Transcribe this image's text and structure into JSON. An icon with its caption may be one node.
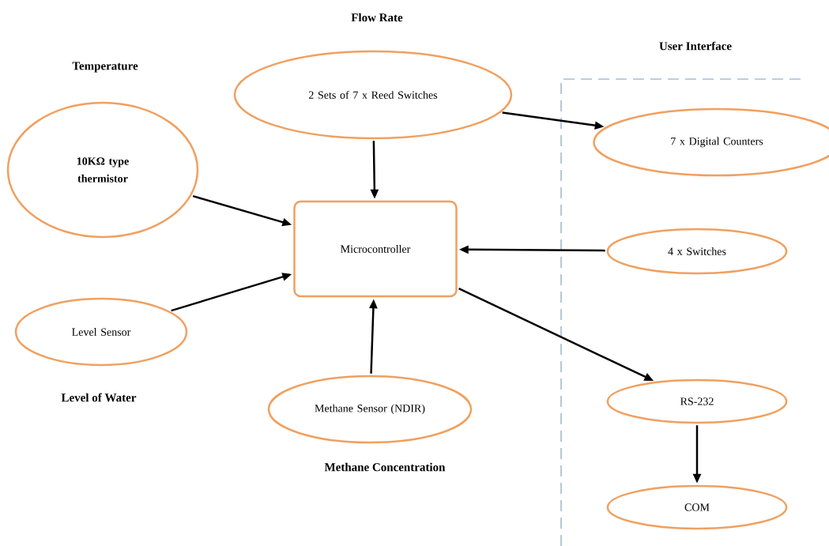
{
  "diagram": {
    "nodes": [
      {
        "text": [
          "Temperature",
          "10KΩ type thermistor"
        ]
      },
      {
        "text": [
          "Flow Rate",
          "2 Sets of 7 x Reed Switches"
        ]
      },
      {
        "text": [
          "Microcontroller"
        ]
      },
      {
        "text": [
          "7 x Digital Counters"
        ]
      },
      {
        "text": [
          "4 x Switches"
        ]
      },
      {
        "text": [
          "Level Sensor"
        ],
        "beside": [
          "Level of Water"
        ]
      },
      {
        "text": [
          "Methane Sensor (NDIR)"
        ],
        "beside": [
          "Methane Concentration"
        ]
      },
      {
        "text": [
          "RS-232"
        ]
      },
      {
        "text": [
          "COM"
        ]
      }
    ],
    "edges": [
      {
        "from": 1,
        "to": 3,
        "arrow": "to"
      },
      {
        "from": 1,
        "to": 2,
        "arrow": "to"
      },
      {
        "from": 0,
        "to": 2,
        "arrow": "to"
      },
      {
        "from": 4,
        "to": 2,
        "arrow": "to"
      },
      {
        "from": 5,
        "to": 2,
        "arrow": "to"
      },
      {
        "from": 6,
        "to": 2,
        "arrow": "to"
      },
      {
        "from": 2,
        "to": 7,
        "arrow": "to"
      },
      {
        "from": 7,
        "to": 8,
        "arrow": "to"
      }
    ],
    "labels": [
      "User Interface"
    ]
  }
}
